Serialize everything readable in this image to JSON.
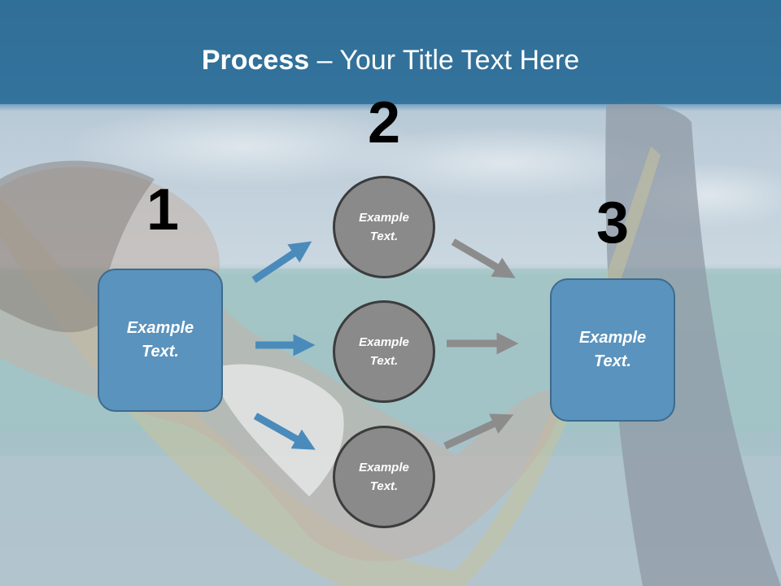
{
  "slide": {
    "title_bold": "Process",
    "title_rest": " – Your Title Text Here",
    "step_numbers": [
      "1",
      "2",
      "3"
    ],
    "left_box": "Example\nText.",
    "right_box": "Example\nText.",
    "circles": [
      "Example\nText.",
      "Example\nText.",
      "Example\nText."
    ]
  },
  "colors": {
    "header_blue": "#2f6e98",
    "box_fill": "#5a93bd",
    "blue_arrow": "#4a8bbb",
    "gray_arrow": "#8c8c8c",
    "circle_fill": "#8a8a8a"
  },
  "background": "beach-hammock-photo"
}
